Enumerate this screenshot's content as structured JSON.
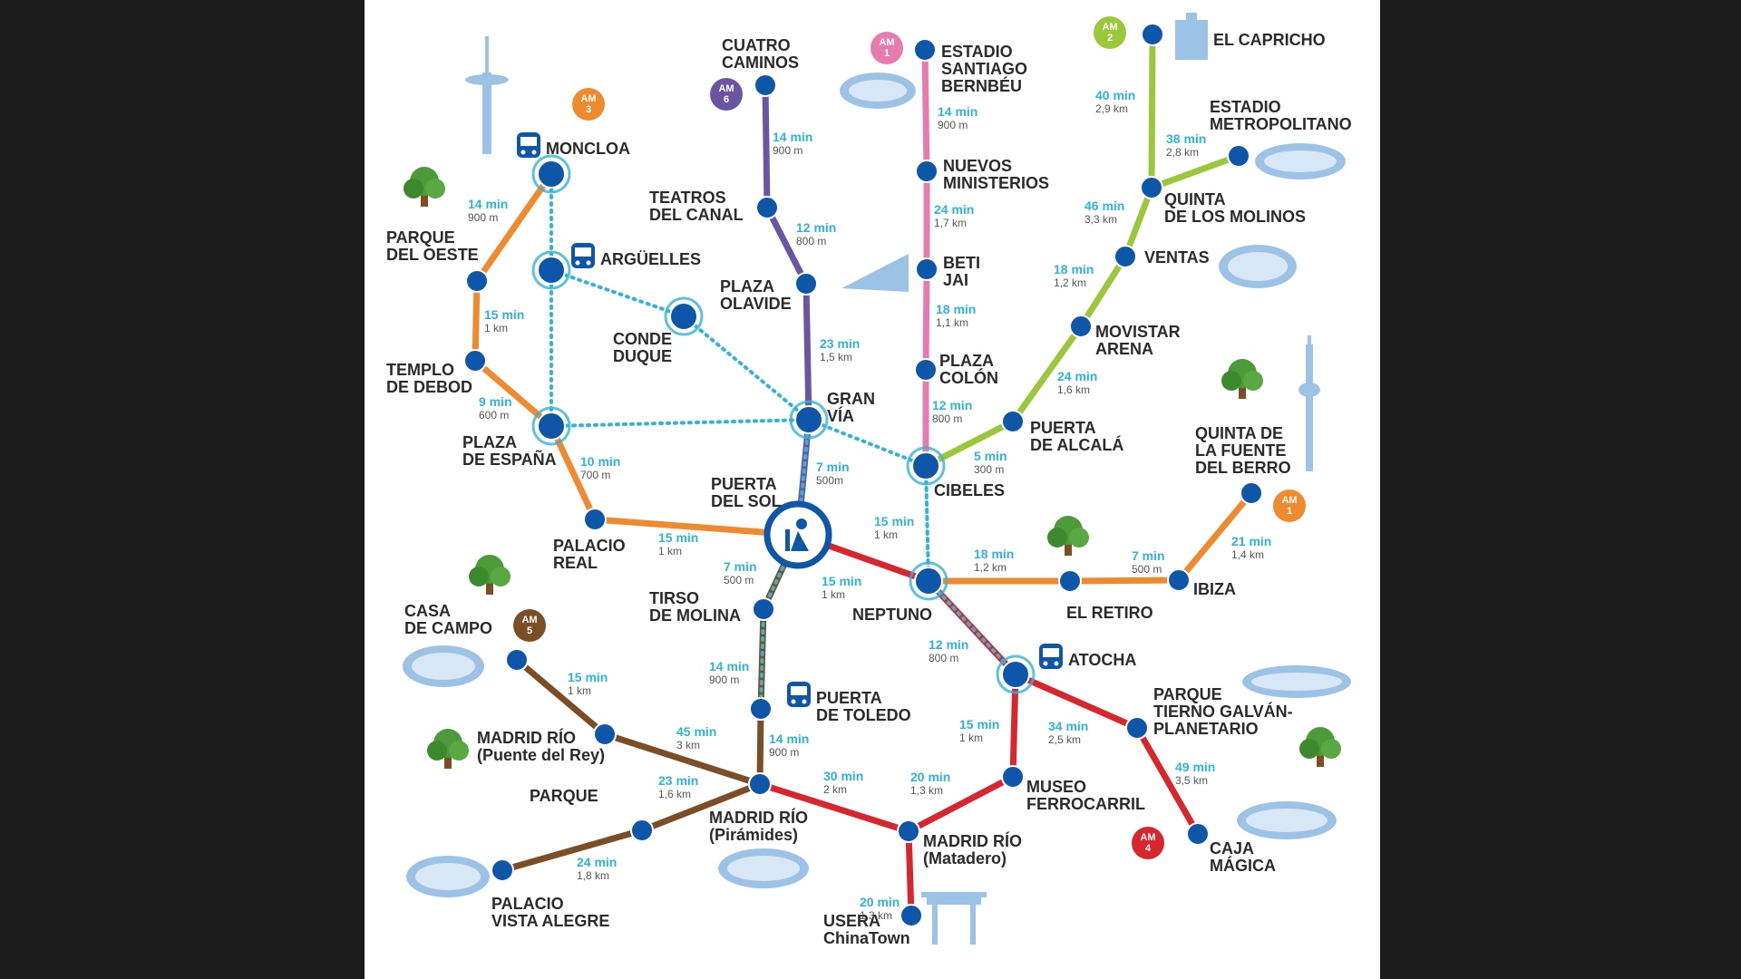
{
  "colors": {
    "orange": "#ef8a2e",
    "purple": "#6b55a3",
    "pink": "#e67cae",
    "green": "#9bc83b",
    "red": "#d8262f",
    "brown": "#7b4e28",
    "cyan": "#34b3d4",
    "node": "#0d56a8",
    "landmark": "#9cc2e6"
  },
  "legend_badges": [
    {
      "text": "AM\n1",
      "color": "#e67cae"
    },
    {
      "text": "AM\n2",
      "color": "#9bc83b"
    },
    {
      "text": "AM\n3",
      "color": "#ef8a2e"
    },
    {
      "text": "AM\n6",
      "color": "#6b55a3"
    },
    {
      "text": "AM\n1",
      "color": "#ef8a2e"
    },
    {
      "text": "AM\n5",
      "color": "#7b4e28"
    },
    {
      "text": "AM\n4",
      "color": "#d8262f"
    }
  ],
  "stations": [
    {
      "id": "moncloa",
      "label": "MONCLOA",
      "bus": true
    },
    {
      "id": "parque_oeste",
      "label": "PARQUE\nDEL OESTE"
    },
    {
      "id": "arguelles",
      "label": "ARGÜELLES",
      "bus": true
    },
    {
      "id": "templo_debod",
      "label": "TEMPLO\nDE DEBOD"
    },
    {
      "id": "plaza_espana",
      "label": "PLAZA\nDE ESPAÑA"
    },
    {
      "id": "conde_duque",
      "label": "CONDE\nDUQUE"
    },
    {
      "id": "cuatro_caminos",
      "label": "CUATRO\nCAMINOS"
    },
    {
      "id": "teatros_canal",
      "label": "TEATROS\nDEL CANAL"
    },
    {
      "id": "plaza_olavide",
      "label": "PLAZA\nOLAVIDE"
    },
    {
      "id": "gran_via",
      "label": "GRAN\nVÍA"
    },
    {
      "id": "puerta_sol",
      "label": "PUERTA\nDEL SOL"
    },
    {
      "id": "palacio_real",
      "label": "PALACIO\nREAL"
    },
    {
      "id": "estadio_bernabeu",
      "label": "ESTADIO\nSANTIAGO\nBERNBÉU"
    },
    {
      "id": "nuevos_ministerios",
      "label": "NUEVOS\nMINISTERIOS"
    },
    {
      "id": "beti_jai",
      "label": "BETI\nJAI"
    },
    {
      "id": "plaza_colon",
      "label": "PLAZA\nCOLÓN"
    },
    {
      "id": "cibeles",
      "label": "CIBELES"
    },
    {
      "id": "el_capricho",
      "label": "EL CAPRICHO"
    },
    {
      "id": "estadio_metropolitano",
      "label": "ESTADIO\nMETROPOLITANO"
    },
    {
      "id": "quinta_molinos",
      "label": "QUINTA\nDE LOS MOLINOS"
    },
    {
      "id": "ventas",
      "label": "VENTAS"
    },
    {
      "id": "movistar_arena",
      "label": "MOVISTAR\nARENA"
    },
    {
      "id": "puerta_alcala",
      "label": "PUERTA\nDE ALCALÁ"
    },
    {
      "id": "quinta_fuente_berro",
      "label": "QUINTA DE\nLA FUENTE\nDEL BERRO"
    },
    {
      "id": "ibiza",
      "label": "IBIZA"
    },
    {
      "id": "el_retiro",
      "label": "EL RETIRO"
    },
    {
      "id": "neptuno",
      "label": "NEPTUNO"
    },
    {
      "id": "atocha",
      "label": "ATOCHA",
      "bus": true
    },
    {
      "id": "tirso_molina",
      "label": "TIRSO\nDE MOLINA"
    },
    {
      "id": "puerta_toledo",
      "label": "PUERTA\nDE TOLEDO",
      "bus": true
    },
    {
      "id": "casa_campo",
      "label": "CASA\nDE CAMPO"
    },
    {
      "id": "madrid_rio_puente_rey",
      "label": "MADRID RÍO\n(Puente del Rey)"
    },
    {
      "id": "parque",
      "label": "PARQUE"
    },
    {
      "id": "madrid_rio_piramides",
      "label": "MADRID RÍO\n(Pirámides)"
    },
    {
      "id": "palacio_vista_alegre",
      "label": "PALACIO\nVISTA ALEGRE"
    },
    {
      "id": "madrid_rio_matadero",
      "label": "MADRID RÍO\n(Matadero)"
    },
    {
      "id": "usera",
      "label": "USERA\nChinaTown"
    },
    {
      "id": "museo_ferrocarril",
      "label": "MUSEO\nFERROCARRIL"
    },
    {
      "id": "parque_tierno",
      "label": "PARQUE\nTIERNO GALVÁN-\nPLANETARIO"
    },
    {
      "id": "caja_magica",
      "label": "CAJA\nMÁGICA"
    }
  ],
  "segments": [
    {
      "line": "orange",
      "from": "moncloa",
      "to": "parque_oeste",
      "time": "14 min",
      "dist": "900 m"
    },
    {
      "line": "orange",
      "from": "parque_oeste",
      "to": "templo_debod",
      "time": "15 min",
      "dist": "1 km"
    },
    {
      "line": "orange",
      "from": "templo_debod",
      "to": "plaza_espana",
      "time": "9 min",
      "dist": "600 m"
    },
    {
      "line": "orange",
      "from": "plaza_espana",
      "to": "palacio_real",
      "time": "10 min",
      "dist": "700 m"
    },
    {
      "line": "orange",
      "from": "palacio_real",
      "to": "puerta_sol",
      "time": "15 min",
      "dist": "1 km"
    },
    {
      "line": "purple",
      "from": "cuatro_caminos",
      "to": "teatros_canal",
      "time": "14 min",
      "dist": "900 m"
    },
    {
      "line": "purple",
      "from": "teatros_canal",
      "to": "plaza_olavide",
      "time": "12 min",
      "dist": "800 m"
    },
    {
      "line": "purple",
      "from": "plaza_olavide",
      "to": "gran_via",
      "time": "23 min",
      "dist": "1,5 km"
    },
    {
      "line": "purple",
      "from": "gran_via",
      "to": "puerta_sol",
      "time": "7 min",
      "dist": "500m"
    },
    {
      "line": "pink",
      "from": "estadio_bernabeu",
      "to": "nuevos_ministerios",
      "time": "14 min",
      "dist": "900 m"
    },
    {
      "line": "pink",
      "from": "nuevos_ministerios",
      "to": "beti_jai",
      "time": "24 min",
      "dist": "1,7 km"
    },
    {
      "line": "pink",
      "from": "beti_jai",
      "to": "plaza_colon",
      "time": "18 min",
      "dist": "1,1 km"
    },
    {
      "line": "pink",
      "from": "plaza_colon",
      "to": "cibeles",
      "time": "12 min",
      "dist": "800 m"
    },
    {
      "line": "green",
      "from": "el_capricho",
      "to": "quinta_molinos",
      "time": "40 min",
      "dist": "2,9 km"
    },
    {
      "line": "green",
      "from": "estadio_metropolitano",
      "to": "quinta_molinos",
      "time": "38 min",
      "dist": "2,8 km"
    },
    {
      "line": "green",
      "from": "quinta_molinos",
      "to": "ventas",
      "time": "46 min",
      "dist": "3,3 km"
    },
    {
      "line": "green",
      "from": "ventas",
      "to": "movistar_arena",
      "time": "18 min",
      "dist": "1,2 km"
    },
    {
      "line": "green",
      "from": "movistar_arena",
      "to": "puerta_alcala",
      "time": "24 min",
      "dist": "1,6 km"
    },
    {
      "line": "green",
      "from": "puerta_alcala",
      "to": "cibeles",
      "time": "5 min",
      "dist": "300 m"
    },
    {
      "line": "cyan",
      "from": "cibeles",
      "to": "neptuno",
      "time": "15 min",
      "dist": "1 km"
    },
    {
      "line": "orange",
      "from": "neptuno",
      "to": "el_retiro",
      "time": "18 min",
      "dist": "1,2 km"
    },
    {
      "line": "orange",
      "from": "el_retiro",
      "to": "ibiza",
      "time": "7 min",
      "dist": "500 m"
    },
    {
      "line": "orange",
      "from": "ibiza",
      "to": "quinta_fuente_berro",
      "time": "21 min",
      "dist": "1,4 km"
    },
    {
      "line": "red",
      "from": "puerta_sol",
      "to": "neptuno",
      "time": "15 min",
      "dist": "1 km"
    },
    {
      "line": "red",
      "from": "neptuno",
      "to": "atocha",
      "time": "12 min",
      "dist": "800 m"
    },
    {
      "line": "red",
      "from": "atocha",
      "to": "parque_tierno",
      "time": "34 min",
      "dist": "2,5 km"
    },
    {
      "line": "red",
      "from": "parque_tierno",
      "to": "caja_magica",
      "time": "49 min",
      "dist": "3,5 km"
    },
    {
      "line": "red",
      "from": "atocha",
      "to": "museo_ferrocarril",
      "time": "15 min",
      "dist": "1 km"
    },
    {
      "line": "red",
      "from": "museo_ferrocarril",
      "to": "madrid_rio_matadero",
      "time": "20 min",
      "dist": "1,3 km"
    },
    {
      "line": "red",
      "from": "madrid_rio_matadero",
      "to": "usera",
      "time": "20 min",
      "dist": "1,3 km"
    },
    {
      "line": "red",
      "from": "madrid_rio_piramides",
      "to": "madrid_rio_matadero",
      "time": "30 min",
      "dist": "2 km"
    },
    {
      "line": "brown",
      "from": "puerta_sol",
      "to": "tirso_molina",
      "time": "7 min",
      "dist": "500 m"
    },
    {
      "line": "brown",
      "from": "tirso_molina",
      "to": "puerta_toledo",
      "time": "14 min",
      "dist": "900 m"
    },
    {
      "line": "brown",
      "from": "puerta_toledo",
      "to": "madrid_rio_piramides",
      "time": "14 min",
      "dist": "900 m"
    },
    {
      "line": "brown",
      "from": "casa_campo",
      "to": "madrid_rio_puente_rey",
      "time": "15 min",
      "dist": "1 km"
    },
    {
      "line": "brown",
      "from": "madrid_rio_puente_rey",
      "to": "madrid_rio_piramides",
      "time": "45 min",
      "dist": "3 km"
    },
    {
      "line": "brown",
      "from": "madrid_rio_piramides",
      "to": "parque",
      "time": "23 min",
      "dist": "1,6 km"
    },
    {
      "line": "brown",
      "from": "parque",
      "to": "palacio_vista_alegre",
      "time": "24 min",
      "dist": "1,8 km"
    }
  ]
}
